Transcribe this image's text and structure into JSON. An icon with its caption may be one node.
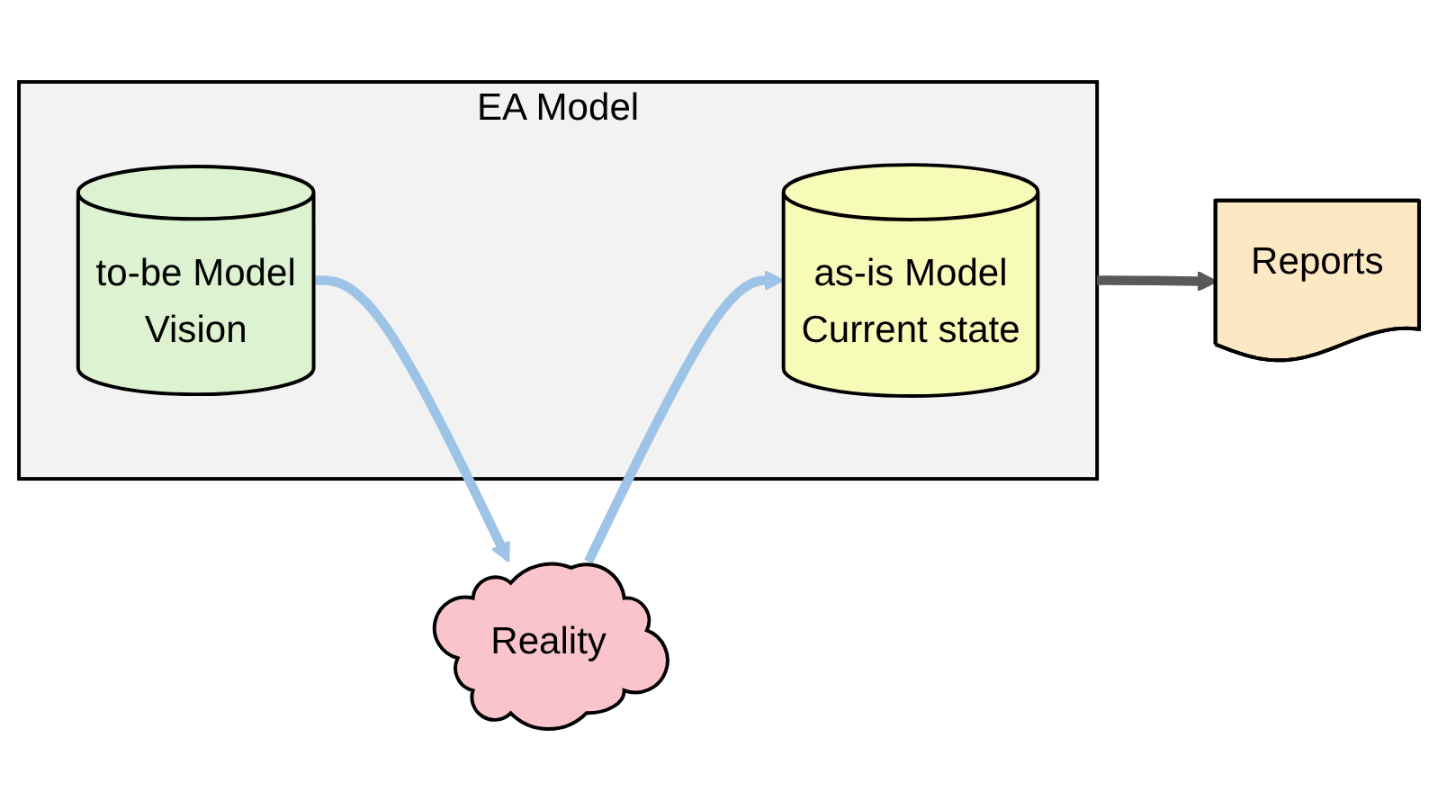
{
  "diagram": {
    "nodes": [
      {
        "text": [
          "EA Model"
        ]
      },
      {
        "text": [
          "as-is Model",
          "Current state"
        ],
        "in": 0
      },
      {
        "text": [
          "to-be Model",
          "Vision"
        ],
        "in": 0
      },
      {
        "text": [
          "Reports"
        ]
      },
      {
        "text": [
          "Reality"
        ]
      }
    ],
    "edges": [
      {
        "from": 0,
        "to": 3,
        "arrow": "to",
        "color": "#595959"
      },
      {
        "from": 4,
        "to": 1,
        "arrow": "to",
        "color": "#9dc3e6"
      },
      {
        "from": 2,
        "to": 4,
        "arrow": "to",
        "color": "#9dc3e6"
      }
    ]
  }
}
